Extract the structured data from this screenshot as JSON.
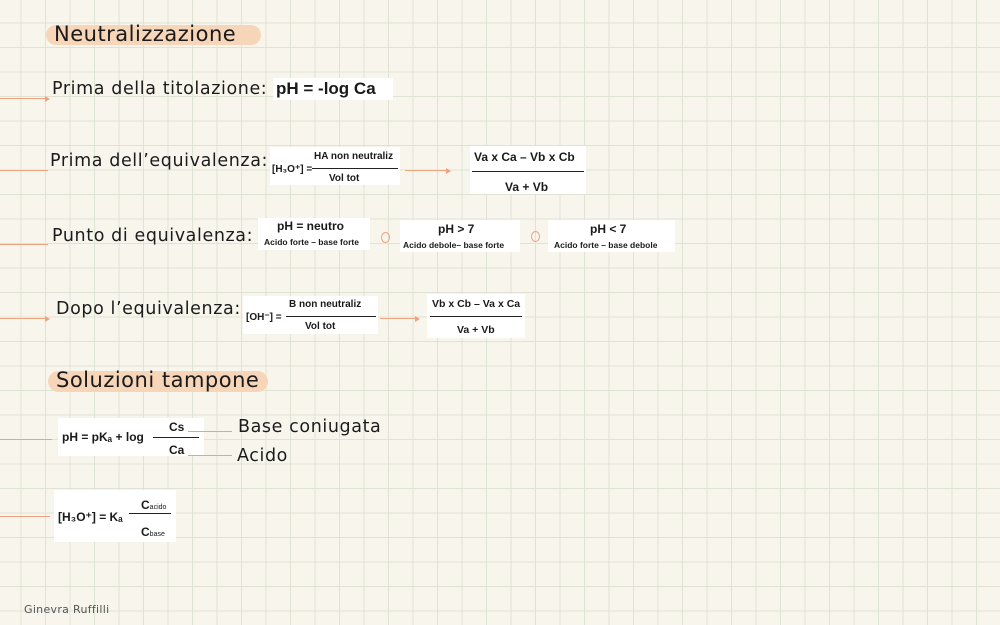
{
  "section1": {
    "title": "Neutralizzazione",
    "prima_titolazione": {
      "label": "Prima della titolazione:",
      "formula": "pH = -log Ca"
    },
    "prima_equivalenza": {
      "label": "Prima dell’equivalenza:",
      "lhs": "[H₃O⁺] =",
      "num": "HA non neutraliz",
      "den": "Vol tot",
      "result_num": "Va x Ca – Vb x Cb",
      "result_den": "Va + Vb"
    },
    "punto_equivalenza": {
      "label": "Punto di equivalenza:",
      "cases": [
        {
          "ph": "pH = neutro",
          "desc": "Acido forte – base forte"
        },
        {
          "ph": "pH > 7",
          "desc": "Acido debole– base forte"
        },
        {
          "ph": "pH < 7",
          "desc": "Acido forte – base debole"
        }
      ]
    },
    "dopo_equivalenza": {
      "label": "Dopo l’equivalenza:",
      "lhs": "[OH⁻] =",
      "num": "B non neutraliz",
      "den": "Vol tot",
      "result_num": "Vb x Cb – Va x Ca",
      "result_den": "Va + Vb"
    }
  },
  "section2": {
    "title": "Soluzioni tampone",
    "eq1": {
      "lhs": "pH = pKₐ + log",
      "num": "Cs",
      "den": "Ca",
      "num_label": "Base coniugata",
      "den_label": "Acido"
    },
    "eq2": {
      "lhs": "[H₃O⁺] = Kₐ",
      "num": "C",
      "num_sub": "acido",
      "den": "C",
      "den_sub": "base"
    }
  },
  "signature": "Ginevra Ruffilli",
  "colors": {
    "highlight": "#f7d5b8",
    "arrow": "#f0a27e",
    "grid": "#dfe3d3",
    "paper": "#f8f6ec"
  }
}
